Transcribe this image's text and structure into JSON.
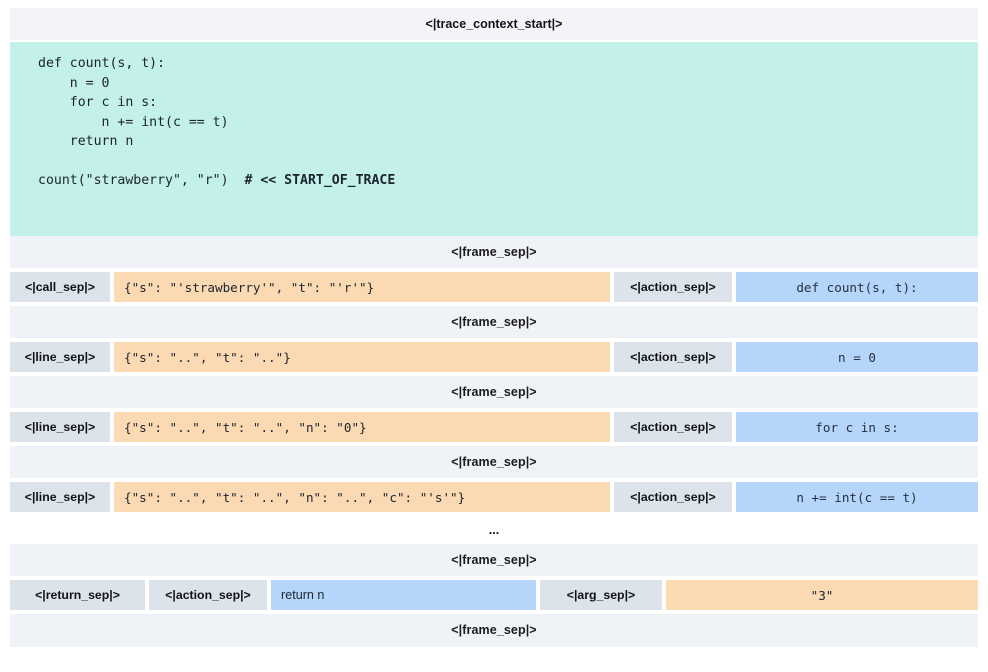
{
  "header": {
    "trace_context_start": "<|trace_context_start|>"
  },
  "code_context": {
    "lines": [
      "def count(s, t):",
      "    n = 0",
      "    for c in s:",
      "        n += int(c == t)",
      "    return n"
    ],
    "blank_lines": 2,
    "call_line_code": "count(\"strawberry\", \"r\")  ",
    "call_line_comment": "# << START_OF_TRACE",
    "background": "#c3f0e8"
  },
  "separators": {
    "frame_sep": "<|frame_sep|>",
    "call_sep": "<|call_sep|>",
    "line_sep": "<|line_sep|>",
    "action_sep": "<|action_sep|>",
    "return_sep": "<|return_sep|>",
    "arg_sep": "<|arg_sep|>"
  },
  "ellipsis": "...",
  "colors": {
    "arg_box": "#fbd9b3",
    "action_box": "#b5d5fb",
    "token_box": "#dde3ea",
    "frame_sep_row": "#eff2f6",
    "header_row": "#f2f4f7",
    "code_block": "#c3f0e8"
  },
  "steps": [
    {
      "token": "<|call_sep|>",
      "args": "{\"s\": \"'strawberry'\", \"t\": \"'r'\"}",
      "action_token": "<|action_sep|>",
      "action": "def count(s, t):"
    },
    {
      "token": "<|line_sep|>",
      "args": "{\"s\": \"..\", \"t\": \"..\"}",
      "action_token": "<|action_sep|>",
      "action": "n = 0"
    },
    {
      "token": "<|line_sep|>",
      "args": "{\"s\": \"..\", \"t\": \"..\", \"n\": \"0\"}",
      "action_token": "<|action_sep|>",
      "action": "for c in s:"
    },
    {
      "token": "<|line_sep|>",
      "args": "{\"s\": \"..\", \"t\": \"..\", \"n\": \"..\", \"c\": \"'s'\"}",
      "action_token": "<|action_sep|>",
      "action": "n += int(c == t)"
    }
  ],
  "return_step": {
    "return_token": "<|return_sep|>",
    "action_token": "<|action_sep|>",
    "action": "return n",
    "arg_token": "<|arg_sep|>",
    "value": "\"3\""
  }
}
